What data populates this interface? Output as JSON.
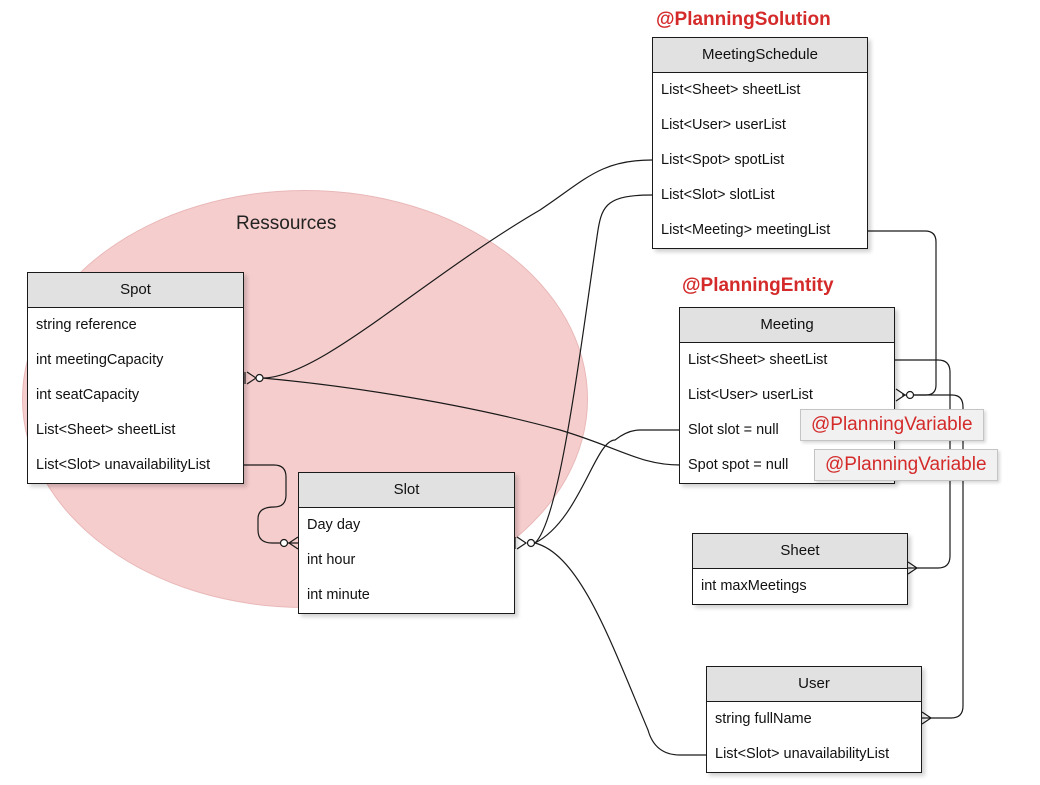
{
  "region": {
    "label": "Ressources"
  },
  "annotations": {
    "planning_solution": "@PlanningSolution",
    "planning_entity": "@PlanningEntity",
    "planning_variable_slot": "@PlanningVariable",
    "planning_variable_spot": "@PlanningVariable"
  },
  "entities": {
    "meeting_schedule": {
      "title": "MeetingSchedule",
      "fields": [
        "List<Sheet> sheetList",
        "List<User> userList",
        "List<Spot> spotList",
        "List<Slot> slotList",
        "List<Meeting> meetingList"
      ]
    },
    "spot": {
      "title": "Spot",
      "fields": [
        "string reference",
        "int meetingCapacity",
        "int seatCapacity",
        "List<Sheet> sheetList",
        "List<Slot> unavailabilityList"
      ]
    },
    "meeting": {
      "title": "Meeting",
      "fields": [
        "List<Sheet> sheetList",
        "List<User> userList",
        "Slot slot = null",
        "Spot spot = null"
      ]
    },
    "slot": {
      "title": "Slot",
      "fields": [
        "Day day",
        "int hour",
        "int minute"
      ]
    },
    "sheet": {
      "title": "Sheet",
      "fields": [
        "int maxMeetings"
      ]
    },
    "user": {
      "title": "User",
      "fields": [
        "string fullName",
        "List<Slot> unavailabilityList"
      ]
    }
  }
}
